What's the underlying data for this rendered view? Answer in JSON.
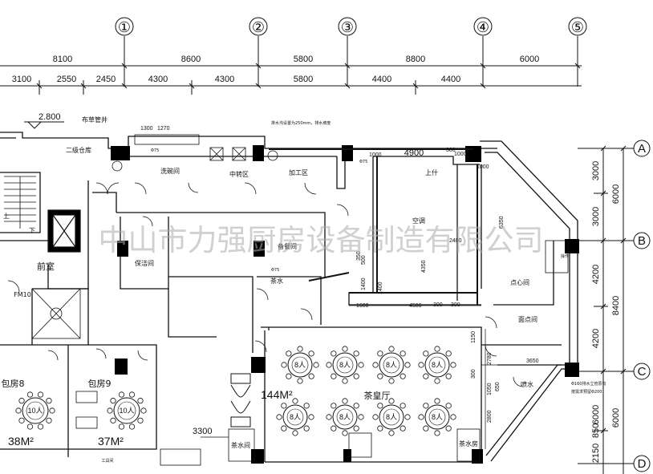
{
  "axes_top": {
    "labels": [
      "①",
      "②",
      "③",
      "④",
      "⑤"
    ],
    "dims_outer": [
      "8100",
      "8600",
      "5800",
      "8800",
      "6000"
    ],
    "dims_inner": [
      "3100",
      "2550",
      "2450",
      "4300",
      "4300",
      "5800",
      "4400",
      "4400"
    ]
  },
  "axes_right": {
    "labels": [
      "A",
      "B",
      "C",
      "D"
    ],
    "dims_inner": [
      "3000",
      "3000",
      "4200",
      "4200",
      "6000",
      "2150"
    ],
    "dims_outer": [
      "6000",
      "8400",
      "6000"
    ],
    "extra_right": "850"
  },
  "level_mark": "2.800",
  "rooms": {
    "storage": "二级仓库",
    "dish": "洗碗间",
    "transfer": "中转区",
    "processing": "加工区",
    "cleaning": "保洁间",
    "prep": "备餐间",
    "tea_water": "茶水",
    "hot_pot": "上什",
    "aircon": "空调",
    "dessert": "点心间",
    "noodle": "面点间",
    "tea_hall": "茶皇厅",
    "tea_water_room": "茶水间",
    "tea_room": "茶水房",
    "front": "前室",
    "water": "喷水",
    "up": "上",
    "down": "下",
    "fm": "FM10",
    "private8": "包房8",
    "private9": "包房9",
    "tool": "工具间",
    "workbench": "操作"
  },
  "notes": {
    "top_label": "布草管井",
    "drain_note": "排水沟设置为250mm，排水坡度",
    "right_note1": "Φ160排水立管原有",
    "right_note2": "按需求预留Φ200",
    "phi75": "Φ75"
  },
  "areas": {
    "hall": "144M²",
    "room8": "38M²",
    "room9": "37M²"
  },
  "tables": {
    "hall_label": "8人",
    "room_label": "10人"
  },
  "interior_dims": {
    "d1300": "1300",
    "d1270": "1270",
    "d4900": "4900",
    "d1000a": "1000",
    "d1000b": "1000",
    "d1000c": "1000",
    "d300a": "300",
    "d300b": "300",
    "d300c": "300",
    "d2400": "2400",
    "d6350": "6350",
    "d4350": "4350",
    "d500": "500",
    "d350": "350",
    "d1400a": "1400",
    "d1400b": "1400",
    "d1600": "1600",
    "d4586": "4586",
    "d1150": "1150",
    "d2780": "2780",
    "d3650": "3650",
    "d1050": "1050",
    "d2800": "2800",
    "d650": "650",
    "d3300": "3300"
  },
  "watermark": "中山市力强厨房设备制造有限公司"
}
